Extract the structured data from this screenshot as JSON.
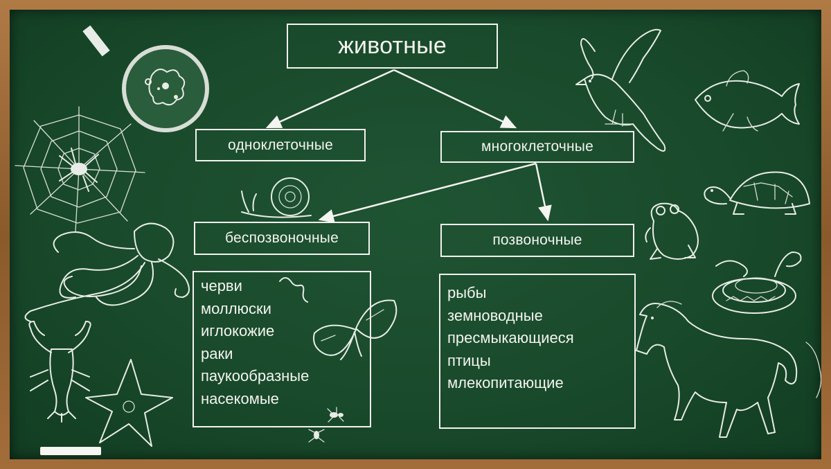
{
  "diagram": {
    "root": "животные",
    "level1": [
      "одноклеточные",
      "многоклеточные"
    ],
    "level2": [
      "беспозвоночные",
      "позвоночные"
    ],
    "invertebrates": [
      "черви",
      "моллюски",
      "иглокожие",
      "раки",
      "паукообразные",
      "насекомые"
    ],
    "vertebrates": [
      "рыбы",
      "земноводные",
      "пресмыкающиеся",
      "птицы",
      "млекопитающие"
    ]
  },
  "colors": {
    "board": "#1b4d2d",
    "frame": "#8a5a2b",
    "chalk": "#f4f4f0"
  },
  "illustrations": [
    "magnifier-amoeba-icon",
    "spider-web-icon",
    "octopus-icon",
    "crayfish-icon",
    "starfish-icon",
    "snail-icon",
    "worm-icon",
    "butterfly-icon",
    "ant-icon",
    "bird-icon",
    "fish-icon",
    "turtle-icon",
    "frog-icon",
    "snake-icon",
    "horse-icon"
  ]
}
